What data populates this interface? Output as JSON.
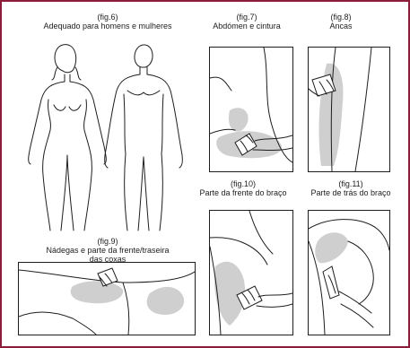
{
  "colors": {
    "border": "#8a1e3a",
    "shade": "#cfcfcf",
    "ink": "#1d1d1d"
  },
  "fig6": {
    "num": "(fig.6)",
    "title": "Adequado para homens e mulheres"
  },
  "fig7": {
    "num": "(fig.7)",
    "title": "Abdómen e cintura"
  },
  "fig8": {
    "num": "(fig.8)",
    "title": "Ancas"
  },
  "fig9": {
    "num": "(fig.9)",
    "title_l1": "Nádegas e parte da frente/traseira",
    "title_l2": "das coxas"
  },
  "fig10": {
    "num": "(fig.10)",
    "title": "Parte da frente do braço"
  },
  "fig11": {
    "num": "(fig.11)",
    "title": "Parte de trás do braço"
  }
}
